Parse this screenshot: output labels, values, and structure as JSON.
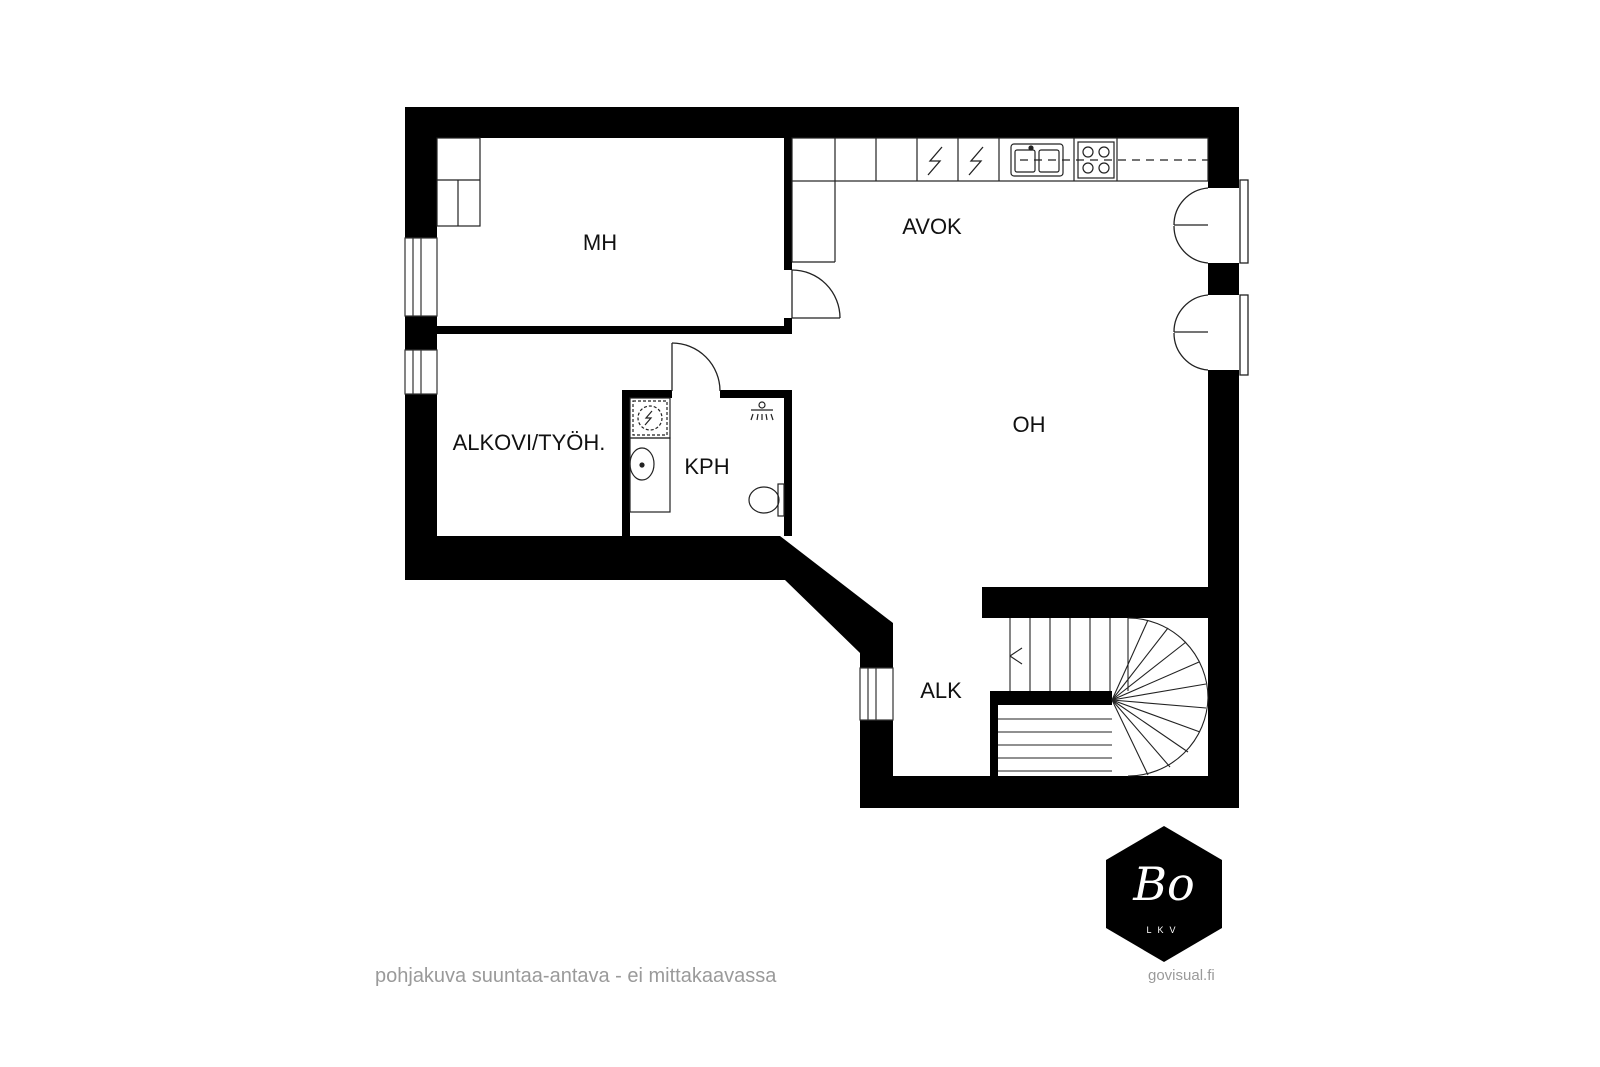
{
  "rooms": {
    "mh": "MH",
    "avok": "AVOK",
    "oh": "OH",
    "alkovi": "ALKOVI/TYÖH.",
    "kph": "KPH",
    "alk": "ALK"
  },
  "logo": {
    "monogram": "Bo",
    "subtitle": "LKV"
  },
  "footer": {
    "note": "pohjakuva suuntaa-antava - ei mittakaavassa",
    "credit": "govisual.fi"
  },
  "colors": {
    "wall": "#000000",
    "line": "#222222",
    "text_muted": "#9a9a9a",
    "background": "#ffffff"
  }
}
